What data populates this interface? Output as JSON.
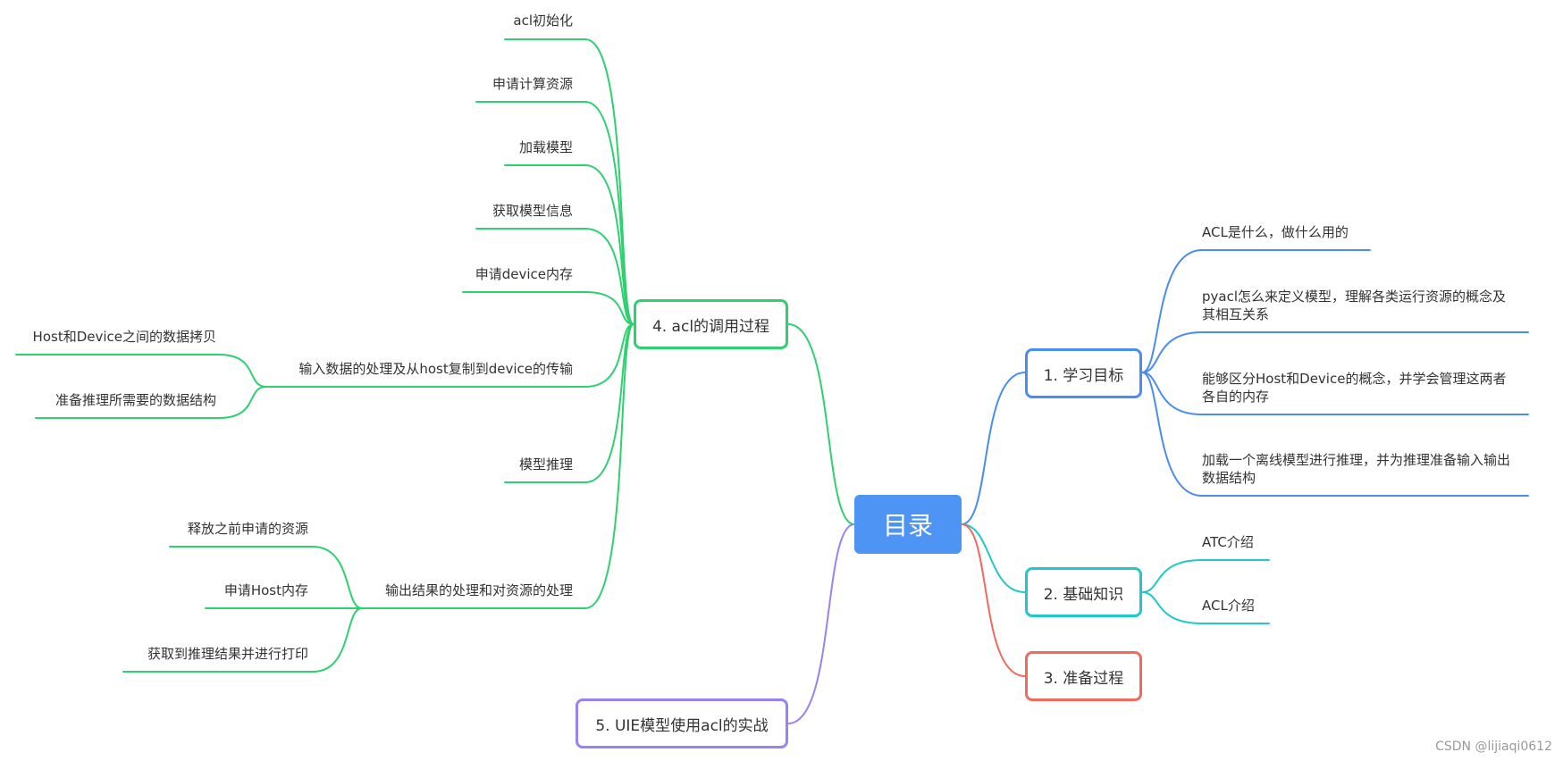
{
  "root": {
    "label": "目录",
    "color": "#4d94f5"
  },
  "branches": {
    "b1": {
      "label": "1. 学习目标",
      "color": "#4a8df0",
      "children": [
        "ACL是什么，做什么用的",
        "pyacl怎么来定义模型，理解各类运行资源的概念及其相互关系",
        "能够区分Host和Device的概念，并学会管理这两者各自的内存",
        "加载一个离线模型进行推理，并为推理准备输入输出数据结构"
      ]
    },
    "b2": {
      "label": "2. 基础知识",
      "color": "#22c7c7",
      "children": [
        "ATC介绍",
        "ACL介绍"
      ]
    },
    "b3": {
      "label": "3. 准备过程",
      "color": "#f06a5e"
    },
    "b4": {
      "label": "4. acl的调用过程",
      "color": "#2fd070",
      "children": [
        "acl初始化",
        "申请计算资源",
        "加载模型",
        "获取模型信息",
        "申请device内存",
        "输入数据的处理及从host复制到device的传输",
        "模型推理",
        "输出结果的处理和对资源的处理"
      ],
      "sub_input": [
        "Host和Device之间的数据拷贝",
        "准备推理所需要的数据结构"
      ],
      "sub_output": [
        "释放之前申请的资源",
        "申请Host内存",
        "获取到推理结果并进行打印"
      ]
    },
    "b5": {
      "label": "5. UIE模型使用acl的实战",
      "color": "#9b82f2"
    }
  },
  "watermark": "CSDN @lijiaqi0612"
}
